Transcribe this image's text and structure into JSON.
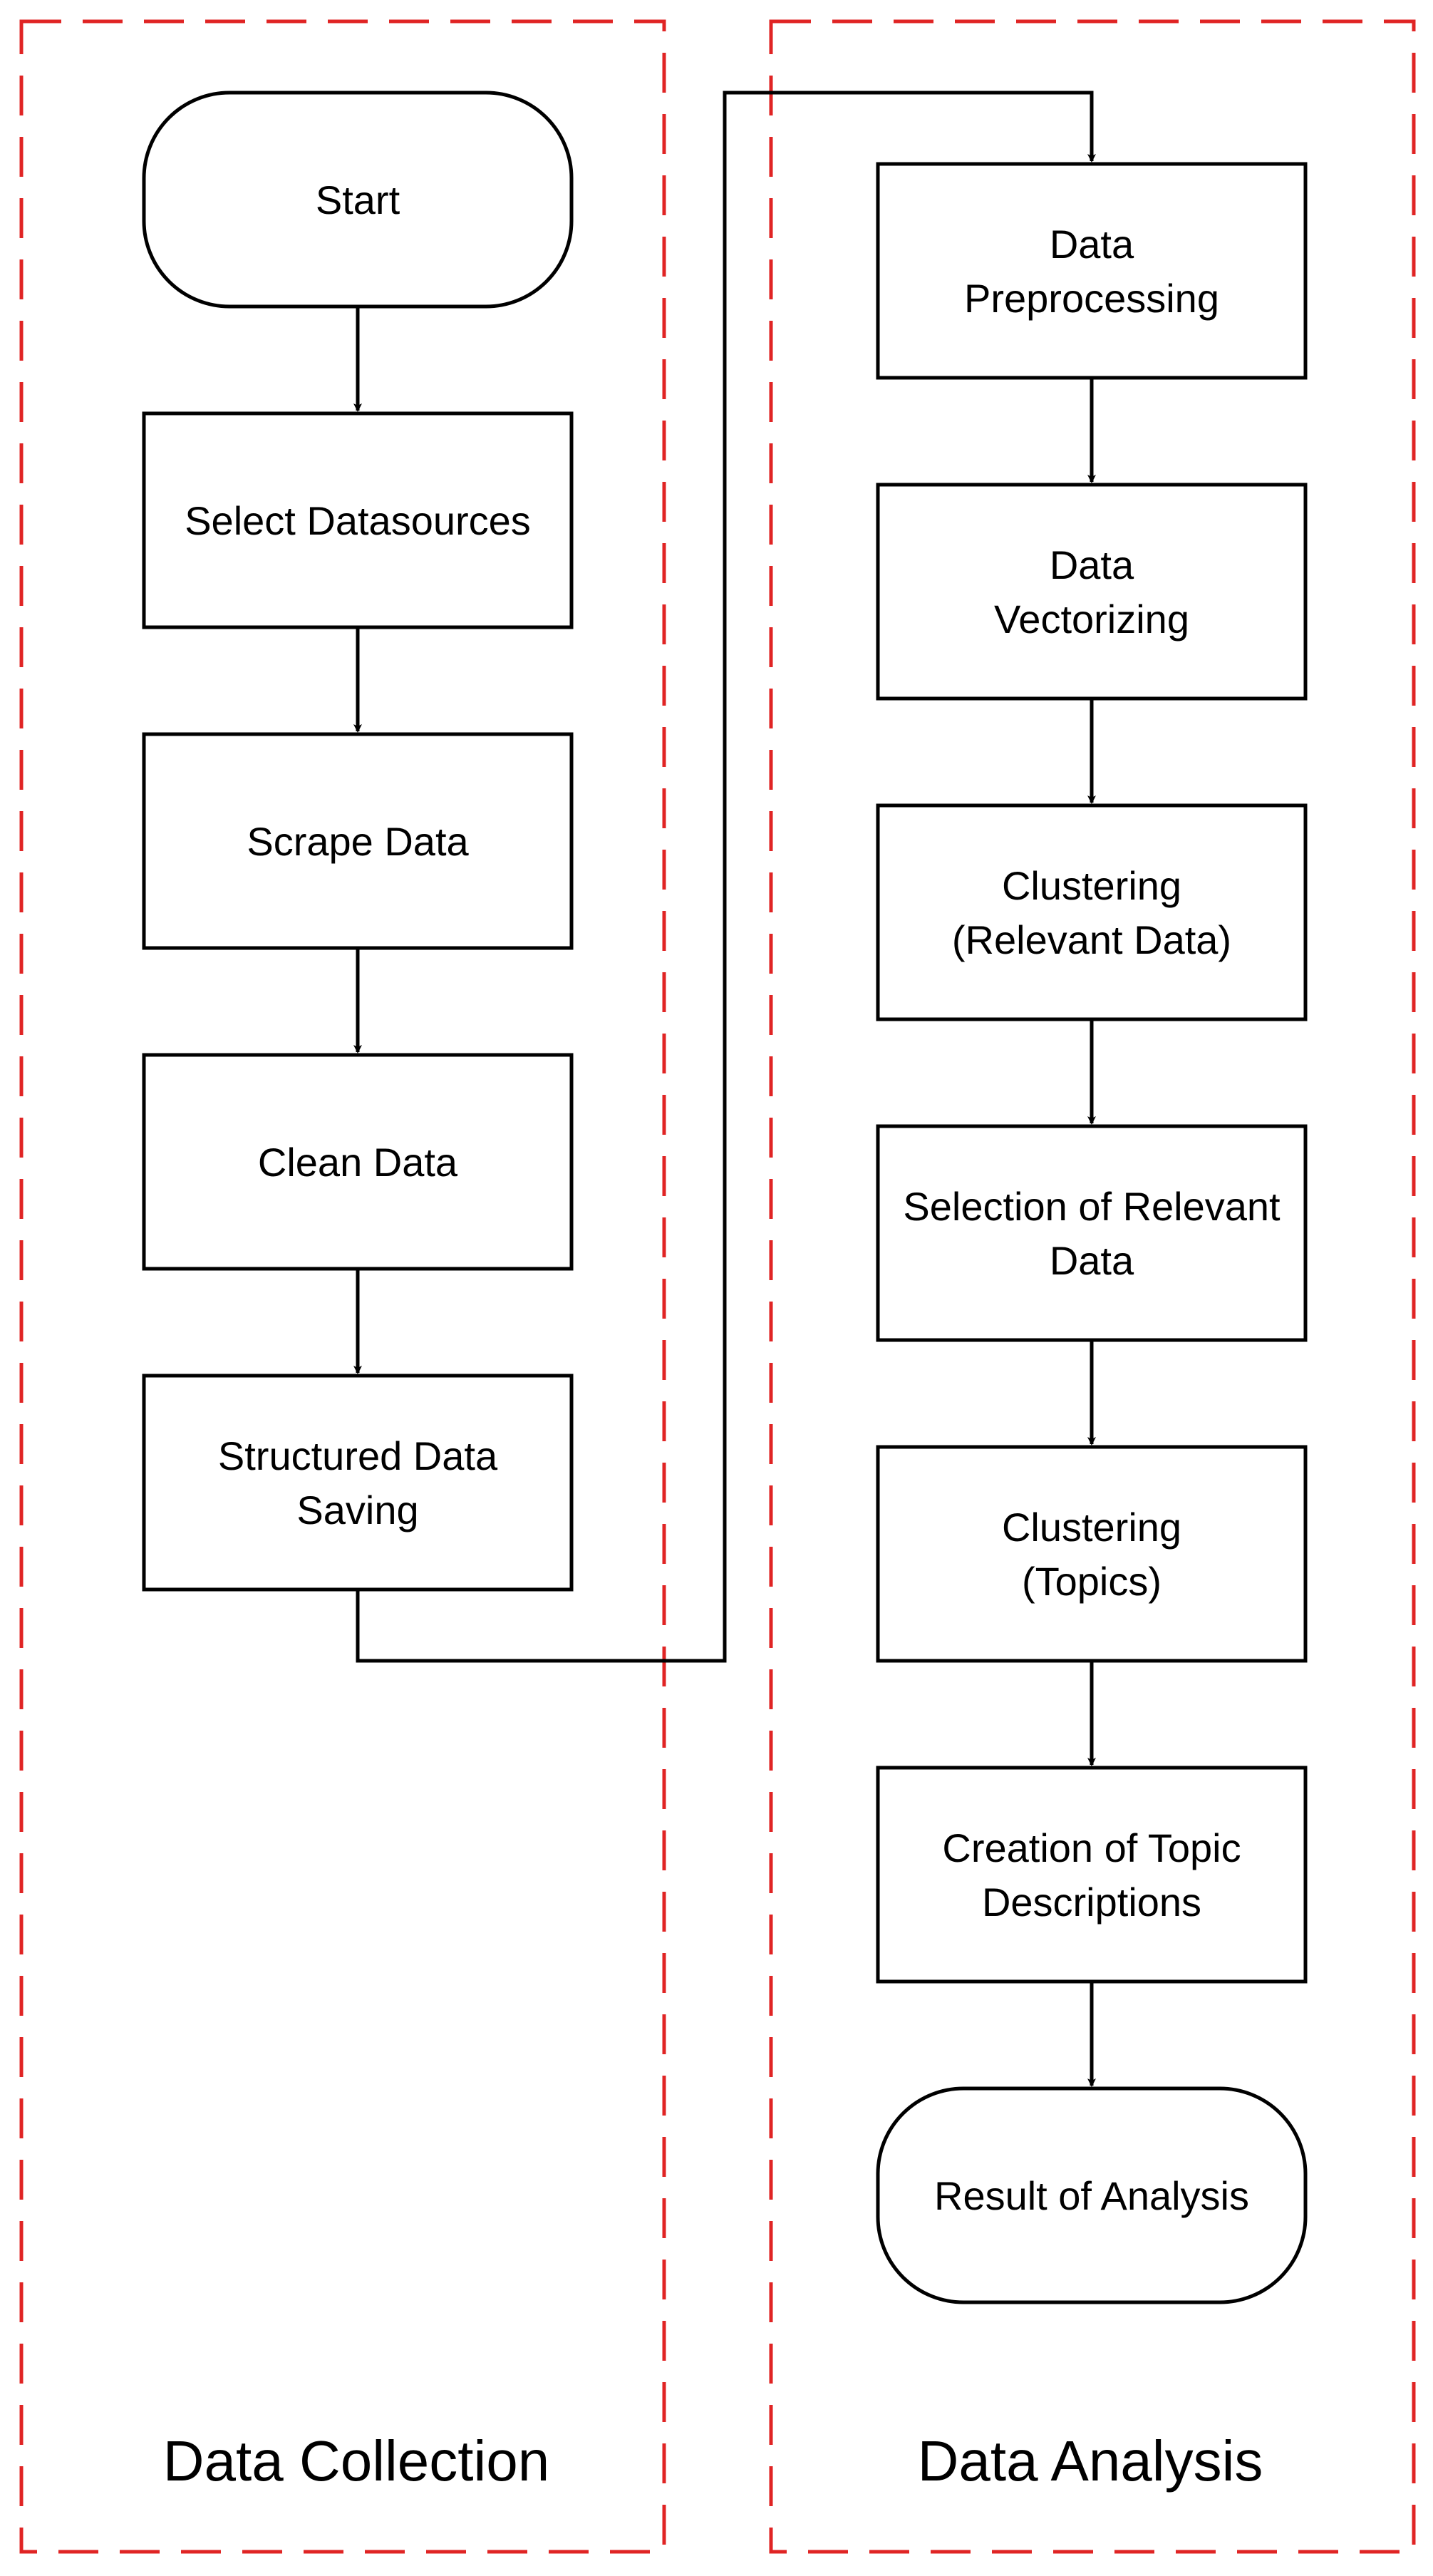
{
  "colors": {
    "lane_border": "#e02424",
    "node_stroke": "#000000",
    "node_fill": "#ffffff",
    "text": "#000000"
  },
  "lanes": [
    {
      "id": "collection",
      "title": "Data Collection"
    },
    {
      "id": "analysis",
      "title": "Data Analysis"
    }
  ],
  "nodes": [
    {
      "id": "start",
      "lane": "collection",
      "shape": "terminal",
      "lines": [
        "Start"
      ]
    },
    {
      "id": "select_datasources",
      "lane": "collection",
      "shape": "process",
      "lines": [
        "Select Datasources"
      ]
    },
    {
      "id": "scrape_data",
      "lane": "collection",
      "shape": "process",
      "lines": [
        "Scrape Data"
      ]
    },
    {
      "id": "clean_data",
      "lane": "collection",
      "shape": "process",
      "lines": [
        "Clean Data"
      ]
    },
    {
      "id": "structured_saving",
      "lane": "collection",
      "shape": "process",
      "lines": [
        "Structured Data",
        "Saving"
      ]
    },
    {
      "id": "preprocessing",
      "lane": "analysis",
      "shape": "process",
      "lines": [
        "Data",
        "Preprocessing"
      ]
    },
    {
      "id": "vectorizing",
      "lane": "analysis",
      "shape": "process",
      "lines": [
        "Data",
        "Vectorizing"
      ]
    },
    {
      "id": "clustering_relevant",
      "lane": "analysis",
      "shape": "process",
      "lines": [
        "Clustering",
        "(Relevant Data)"
      ]
    },
    {
      "id": "selection_relevant",
      "lane": "analysis",
      "shape": "process",
      "lines": [
        "Selection of Relevant",
        "Data"
      ]
    },
    {
      "id": "clustering_topics",
      "lane": "analysis",
      "shape": "process",
      "lines": [
        "Clustering",
        "(Topics)"
      ]
    },
    {
      "id": "topic_descriptions",
      "lane": "analysis",
      "shape": "process",
      "lines": [
        "Creation of Topic",
        "Descriptions"
      ]
    },
    {
      "id": "result",
      "lane": "analysis",
      "shape": "terminal",
      "lines": [
        "Result of Analysis"
      ]
    }
  ],
  "edges": [
    {
      "from": "start",
      "to": "select_datasources"
    },
    {
      "from": "select_datasources",
      "to": "scrape_data"
    },
    {
      "from": "scrape_data",
      "to": "clean_data"
    },
    {
      "from": "clean_data",
      "to": "structured_saving"
    },
    {
      "from": "structured_saving",
      "to": "preprocessing"
    },
    {
      "from": "preprocessing",
      "to": "vectorizing"
    },
    {
      "from": "vectorizing",
      "to": "clustering_relevant"
    },
    {
      "from": "clustering_relevant",
      "to": "selection_relevant"
    },
    {
      "from": "selection_relevant",
      "to": "clustering_topics"
    },
    {
      "from": "clustering_topics",
      "to": "topic_descriptions"
    },
    {
      "from": "topic_descriptions",
      "to": "result"
    }
  ]
}
